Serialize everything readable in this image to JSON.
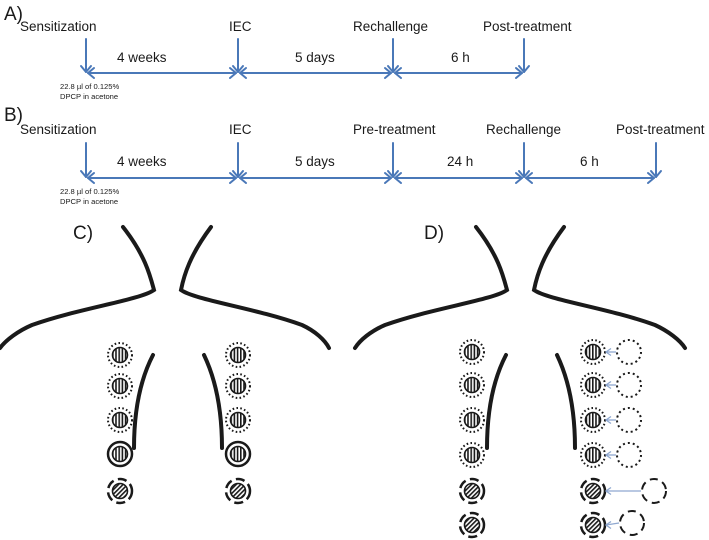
{
  "panels": {
    "a": {
      "label": "A)",
      "events": [
        "Sensitization",
        "IEC",
        "Rechallenge",
        "Post-treatment"
      ],
      "intervals": [
        "4 weeks",
        "5 days",
        "6 h"
      ],
      "note_line1": "22.8 µl of 0.125%",
      "note_line2": "DPCP in acetone"
    },
    "b": {
      "label": "B)",
      "events": [
        "Sensitization",
        "IEC",
        "Pre-treatment",
        "Rechallenge",
        "Post-treatment"
      ],
      "intervals": [
        "4 weeks",
        "5 days",
        "24 h",
        "6 h"
      ],
      "note_line1": "22.8 µl of 0.125%",
      "note_line2": "DPCP in acetone"
    },
    "c": {
      "label": "C)"
    },
    "d": {
      "label": "D)"
    }
  },
  "colors": {
    "timeline": "#4a78b8",
    "outline": "#1a1a1a",
    "move_arrow": "#8fa8d0"
  },
  "icons": [
    "down-arrow-icon",
    "double-arrow-icon",
    "test-site-icon",
    "moved-site-icon"
  ]
}
